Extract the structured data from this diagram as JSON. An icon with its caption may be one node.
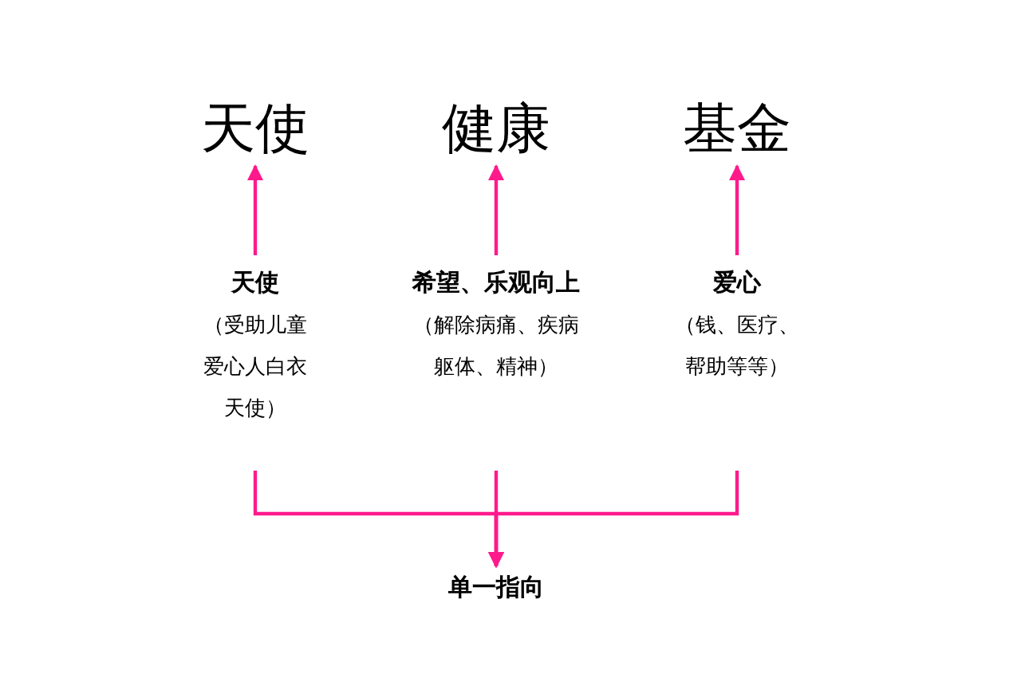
{
  "diagram": {
    "nodes": [
      {
        "text": [
          "天使"
        ]
      },
      {
        "text": [
          "健康"
        ]
      },
      {
        "text": [
          "基金"
        ]
      },
      {
        "text": [
          "天使",
          "（受助儿童爱心人白衣天使）"
        ]
      },
      {
        "text": [
          "希望、乐观向上",
          "（解除病痛、疾病躯体、精神）"
        ]
      },
      {
        "text": [
          "爱心",
          "（钱、医疗、帮助等等）"
        ]
      },
      {
        "text": [
          "单一指向"
        ]
      }
    ],
    "edges": [
      {
        "from": 3,
        "to": 0,
        "arrow": "to"
      },
      {
        "from": 4,
        "to": 1,
        "arrow": "to"
      },
      {
        "from": 5,
        "to": 2,
        "arrow": "to"
      },
      {
        "from": 3,
        "to": 6,
        "arrow": "to"
      },
      {
        "from": 4,
        "to": 6,
        "arrow": "to"
      },
      {
        "from": 5,
        "to": 6,
        "arrow": "to"
      }
    ]
  }
}
